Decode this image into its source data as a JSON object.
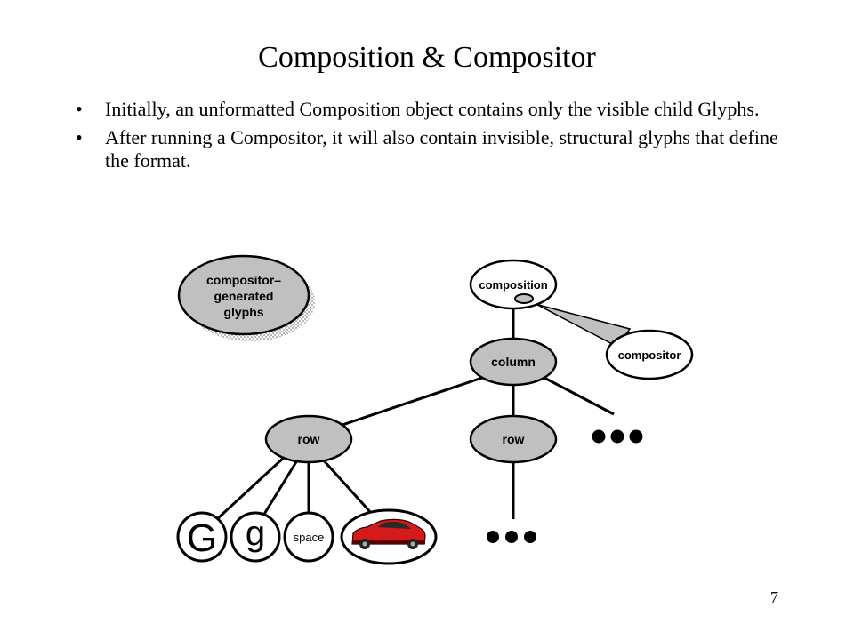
{
  "slide": {
    "title": "Composition  & Compositor",
    "bullets": [
      "Initially, an unformatted Composition object contains only the visible child Glyphs.",
      "After running a Compositor, it will also contain invisible, structural glyphs that define the format."
    ],
    "page_number": "7"
  },
  "diagram": {
    "legend": [
      "compositor–",
      "generated",
      "glyphs"
    ],
    "nodes": {
      "composition": "composition",
      "compositor": "compositor",
      "column": "column",
      "row_left": "row",
      "row_right": "row",
      "glyph_G": "G",
      "glyph_g": "g",
      "glyph_space": "space"
    },
    "colors": {
      "structural_fill": "#c0c0c0",
      "visible_fill": "#ffffff",
      "car_body": "#d41a1a"
    }
  }
}
